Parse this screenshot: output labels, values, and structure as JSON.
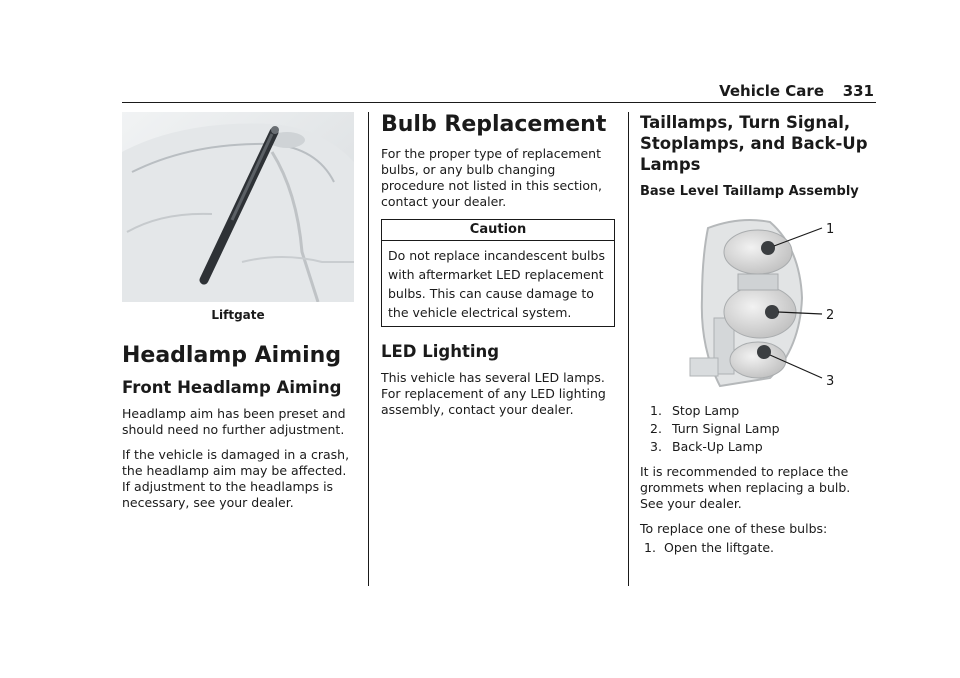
{
  "header": {
    "title": "Vehicle Care",
    "page": "331"
  },
  "col1": {
    "figure_caption": "Liftgate",
    "h1": "Headlamp Aiming",
    "h2": "Front Headlamp Aiming",
    "p1": "Headlamp aim has been preset and should need no further adjustment.",
    "p2": "If the vehicle is damaged in a crash, the headlamp aim may be affected.",
    "p3": "If adjustment to the headlamps is necessary, see your dealer."
  },
  "col2": {
    "h1": "Bulb Replacement",
    "p1": "For the proper type of replacement bulbs, or any bulb changing procedure not listed in this section, contact your dealer.",
    "caution_title": "Caution",
    "caution_text": "Do not replace incandescent bulbs with aftermarket LED replacement bulbs. This can cause damage to the vehicle electrical system.",
    "h2": "LED Lighting",
    "p2": "This vehicle has several LED lamps. For replacement of any LED lighting assembly, contact your dealer."
  },
  "col3": {
    "h2": "Taillamps, Turn Signal, Stoplamps, and Back-Up Lamps",
    "h3": "Base Level Taillamp Assembly",
    "callouts": [
      "1",
      "2",
      "3"
    ],
    "parts": [
      {
        "num": "1.",
        "label": "Stop Lamp"
      },
      {
        "num": "2.",
        "label": "Turn Signal Lamp"
      },
      {
        "num": "3.",
        "label": "Back-Up Lamp"
      }
    ],
    "p1": "It is recommended to replace the grommets when replacing a bulb. See your dealer.",
    "p2": "To replace one of these bulbs:",
    "steps": [
      {
        "num": "1.",
        "label": "Open the liftgate."
      }
    ]
  }
}
